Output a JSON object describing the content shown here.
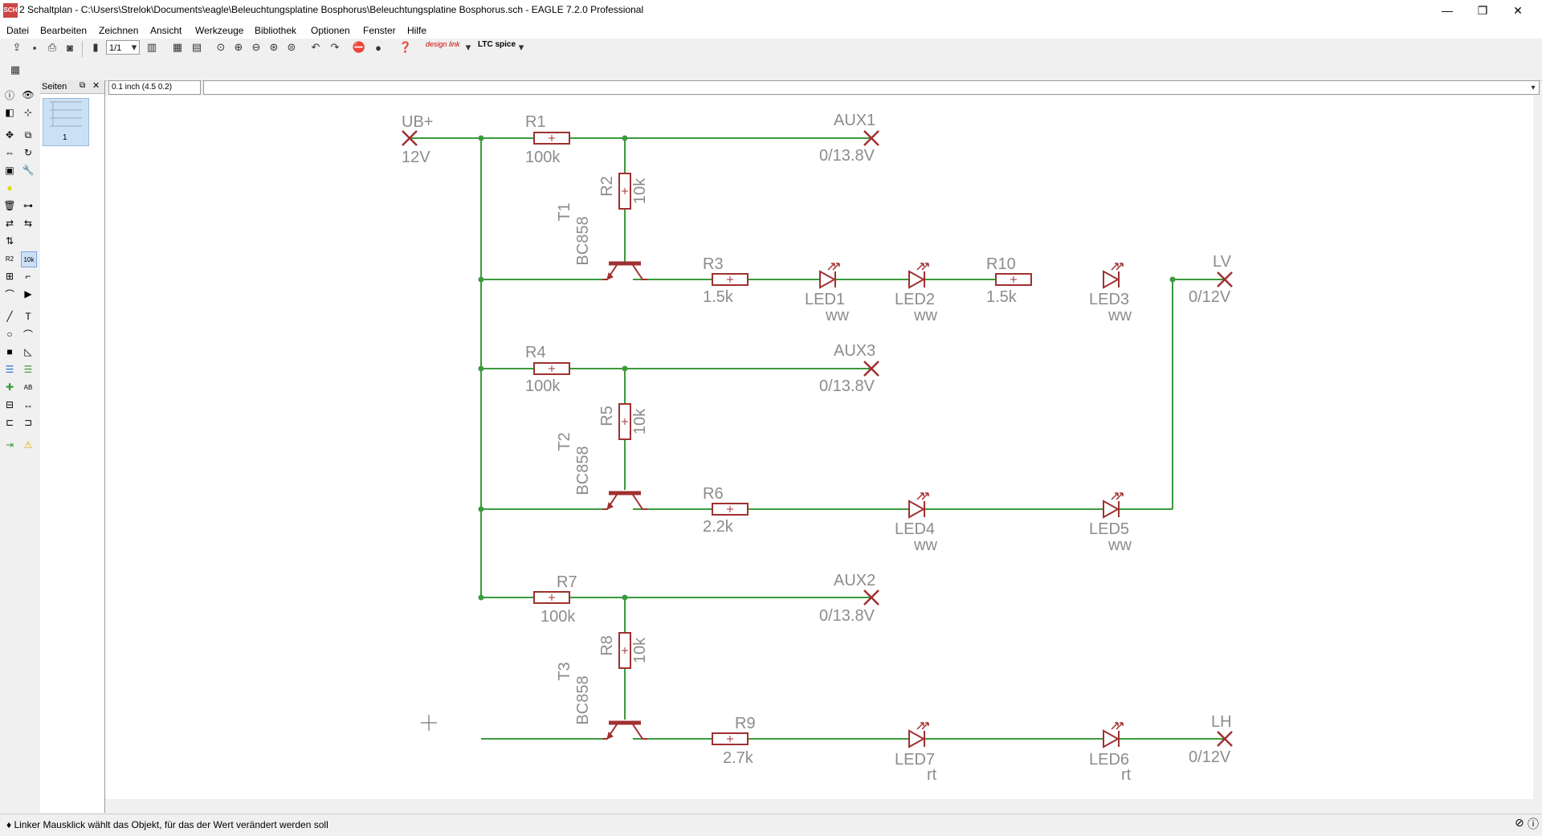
{
  "window": {
    "app_icon": "SCH",
    "title": "2 Schaltplan - C:\\Users\\Strelok\\Documents\\eagle\\Beleuchtungsplatine Bosphorus\\Beleuchtungsplatine Bosphorus.sch - EAGLE 7.2.0 Professional",
    "minimize": "—",
    "restore": "❐",
    "close": "✕"
  },
  "menu": [
    "Datei",
    "Bearbeiten",
    "Zeichnen",
    "Ansicht",
    "Werkzeuge",
    "Bibliothek",
    "Optionen",
    "Fenster",
    "Hilfe"
  ],
  "toolbar": {
    "zoom_value": "1/1",
    "designlink_label": "design link",
    "ltspice_label": "LTC spice"
  },
  "command": {
    "coordinates": "0.1 inch (4.5 0.2)",
    "input_value": ""
  },
  "pages_panel": {
    "title": "Seiten",
    "pages": [
      "1"
    ]
  },
  "schematic": {
    "labels": {
      "ub": "UB+",
      "ub_val": "12V",
      "aux1": "AUX1",
      "aux1_val": "0/13.8V",
      "aux3": "AUX3",
      "aux3_val": "0/13.8V",
      "aux2": "AUX2",
      "aux2_val": "0/13.8V",
      "lv": "LV",
      "lv_val": "0/12V",
      "lh": "LH",
      "lh_val": "0/12V",
      "r1": "R1",
      "r1_val": "100k",
      "r2": "R2",
      "r2_val": "10k",
      "r3": "R3",
      "r3_val": "1.5k",
      "r4": "R4",
      "r4_val": "100k",
      "r5": "R5",
      "r5_val": "10k",
      "r6": "R6",
      "r6_val": "2.2k",
      "r7": "R7",
      "r7_val": "100k",
      "r8": "R8",
      "r8_val": "10k",
      "r9": "R9",
      "r9_val": "2.7k",
      "r10": "R10",
      "r10_val": "1.5k",
      "t1": "T1",
      "t1_val": "BC858",
      "t2": "T2",
      "t2_val": "BC858",
      "t3": "T3",
      "t3_val": "BC858",
      "led1": "LED1",
      "led1_val": "ww",
      "led2": "LED2",
      "led2_val": "ww",
      "led3": "LED3",
      "led3_val": "ww",
      "led4": "LED4",
      "led4_val": "ww",
      "led5": "LED5",
      "led5_val": "ww",
      "led6": "LED6",
      "led6_val": "rt",
      "led7": "LED7",
      "led7_val": "rt"
    },
    "colors": {
      "wire": "#3c9a3c",
      "part": "#a03030",
      "label": "#8c8c8c",
      "junction": "#3c9a3c"
    }
  },
  "status": {
    "message": "♦ Linker Mausklick wählt das Objekt, für das der Wert verändert werden soll"
  }
}
